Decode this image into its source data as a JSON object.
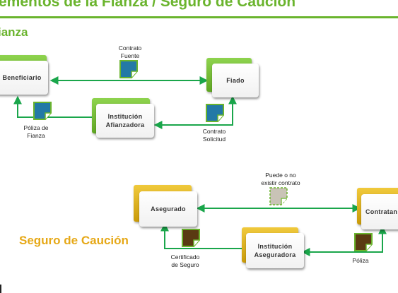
{
  "header": {
    "title": "ementos de la Fianza / Seguro de Caución",
    "fianza_label": "ianza",
    "seguro_label": "Seguro de Caución"
  },
  "colors": {
    "green": "#6ab42d",
    "gold": "#e6a817",
    "connector": "#1aa64b",
    "doc_blue": "#2379a6",
    "doc_brown": "#5a3a12",
    "doc_gray": "#c9c3b6"
  },
  "fianza": {
    "nodes": {
      "beneficiario": "Beneficiario",
      "fiado": "Fiado",
      "afianzadora": "Institución\nAfianzadora"
    },
    "docs": {
      "contrato_fuente": "Contrato\nFuente",
      "poliza_fianza": "Póliza de\nFianza",
      "contrato_solicitud": "Contrato\nSolicitud"
    },
    "icons": [
      "document-blue-icon",
      "document-blue-icon",
      "document-blue-icon"
    ]
  },
  "seguro": {
    "nodes": {
      "asegurado": "Asegurado",
      "contratante": "Contratan",
      "aseguradora": "Institución\nAseguradora"
    },
    "docs": {
      "contrato_opcional": "Puede o no\nexistir contrato",
      "certificado": "Certificado\nde Seguro",
      "poliza": "Póliza"
    },
    "icons": [
      "document-gray-dashed-icon",
      "document-brown-icon",
      "document-brown-icon"
    ]
  }
}
